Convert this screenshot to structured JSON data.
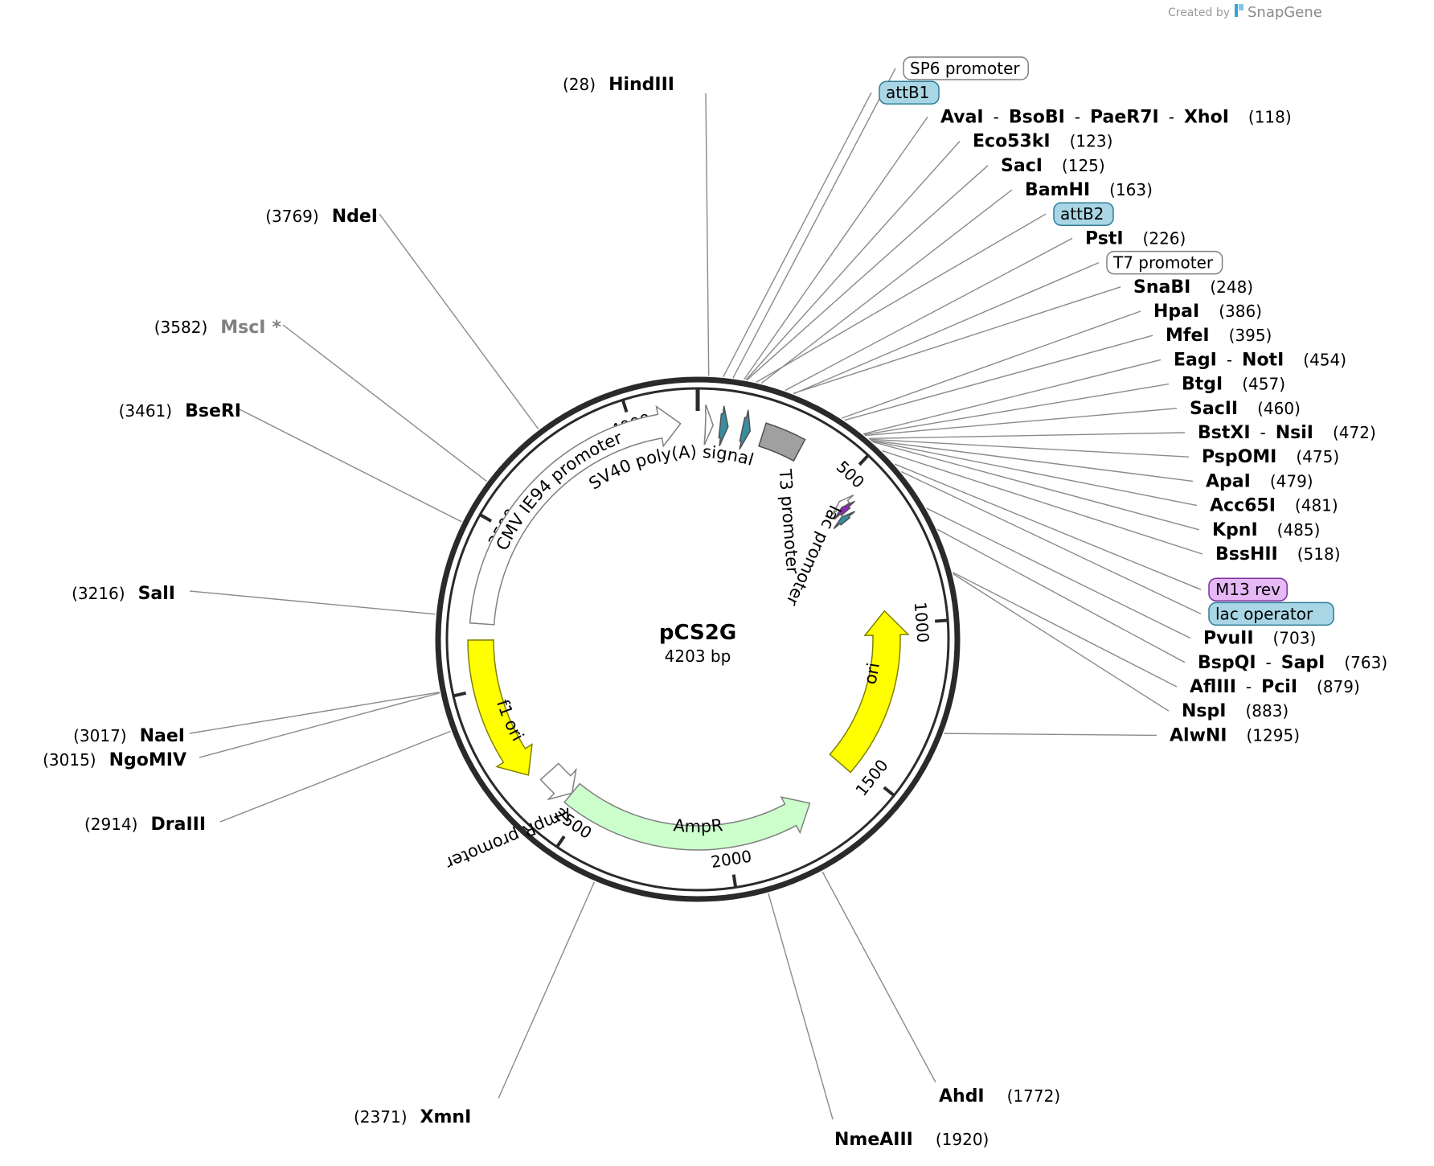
{
  "credit": {
    "prefix": "Created by",
    "brand": "SnapGene"
  },
  "plasmid": {
    "name": "pCS2G",
    "size_label": "4203 bp",
    "length": 4203
  },
  "ruler": {
    "ticks": [
      500,
      1000,
      1500,
      2000,
      2500,
      3000,
      3500,
      4000
    ],
    "labels": [
      "500",
      "1000",
      "1500",
      "2000",
      "2500",
      "3000",
      "3500",
      "4000"
    ]
  },
  "features": [
    {
      "name": "CMV IE94 promoter",
      "start": 3200,
      "end": 4150,
      "direction": "forward",
      "color": "#ffffff",
      "stroke": "#808080",
      "kind": "arrow"
    },
    {
      "name": "SV40 poly(A) signal",
      "start": 24,
      "end": 48,
      "direction": "forward",
      "color": "#ffffff",
      "stroke": "#808080",
      "kind": "small"
    },
    {
      "name": "attB1",
      "start": 70,
      "end": 95,
      "direction": "forward",
      "color": "#3a8ca0",
      "kind": "small"
    },
    {
      "name": "attB2",
      "start": 140,
      "end": 165,
      "direction": "forward",
      "color": "#3a8ca0",
      "kind": "small"
    },
    {
      "name": "T3 promoter",
      "start": 205,
      "end": 330,
      "direction": "forward",
      "color": "#a0a0a0",
      "kind": "box"
    },
    {
      "name": "lac promoter",
      "start": 535,
      "end": 560,
      "direction": "reverse",
      "color": "#ffffff",
      "stroke": "#808080",
      "kind": "small"
    },
    {
      "name": "M13 rev",
      "start": 555,
      "end": 575,
      "direction": "reverse",
      "color": "#8b2ab8",
      "kind": "small"
    },
    {
      "name": "lac operator",
      "start": 580,
      "end": 600,
      "direction": "reverse",
      "color": "#3a8ca0",
      "kind": "small"
    },
    {
      "name": "ori",
      "start": 950,
      "end": 1530,
      "direction": "reverse",
      "color": "#ffff00",
      "stroke": "#808000",
      "kind": "arrow"
    },
    {
      "name": "AmpR",
      "start": 1700,
      "end": 2560,
      "direction": "reverse",
      "color": "#ccffcc",
      "stroke": "#808080",
      "kind": "arrow"
    },
    {
      "name": "AmpR promoter",
      "start": 2560,
      "end": 2665,
      "direction": "reverse",
      "color": "#ffffff",
      "stroke": "#808080",
      "kind": "arrow"
    },
    {
      "name": "f1 ori",
      "start": 2700,
      "end": 3150,
      "direction": "reverse",
      "color": "#ffff00",
      "stroke": "#808000",
      "kind": "arrow"
    }
  ],
  "right_labels": [
    {
      "parts": [
        {
          "text": "SP6 promoter",
          "box": "plain"
        }
      ]
    },
    {
      "parts": [
        {
          "text": "attB1",
          "box": "blue"
        }
      ]
    },
    {
      "parts": [
        {
          "text": "AvaI",
          "bold": true
        },
        {
          "text": "-"
        },
        {
          "text": "BsoBI",
          "bold": true
        },
        {
          "text": "-"
        },
        {
          "text": "PaeR7I",
          "bold": true
        },
        {
          "text": "-"
        },
        {
          "text": "XhoI",
          "bold": true
        }
      ],
      "pos": "(118)"
    },
    {
      "parts": [
        {
          "text": "Eco53kI",
          "bold": true
        }
      ],
      "pos": "(123)"
    },
    {
      "parts": [
        {
          "text": "SacI",
          "bold": true
        }
      ],
      "pos": "(125)"
    },
    {
      "parts": [
        {
          "text": "BamHI",
          "bold": true
        }
      ],
      "pos": "(163)"
    },
    {
      "parts": [
        {
          "text": "attB2",
          "box": "blue"
        }
      ]
    },
    {
      "parts": [
        {
          "text": "PstI",
          "bold": true
        }
      ],
      "pos": "(226)"
    },
    {
      "parts": [
        {
          "text": "T7 promoter",
          "box": "plain"
        }
      ]
    },
    {
      "parts": [
        {
          "text": "SnaBI",
          "bold": true
        }
      ],
      "pos": "(248)"
    },
    {
      "parts": [
        {
          "text": "HpaI",
          "bold": true
        }
      ],
      "pos": "(386)"
    },
    {
      "parts": [
        {
          "text": "MfeI",
          "bold": true
        }
      ],
      "pos": "(395)"
    },
    {
      "parts": [
        {
          "text": "EagI",
          "bold": true
        },
        {
          "text": "-"
        },
        {
          "text": "NotI",
          "bold": true
        }
      ],
      "pos": "(454)"
    },
    {
      "parts": [
        {
          "text": "BtgI",
          "bold": true
        }
      ],
      "pos": "(457)"
    },
    {
      "parts": [
        {
          "text": "SacII",
          "bold": true
        }
      ],
      "pos": "(460)"
    },
    {
      "parts": [
        {
          "text": "BstXI",
          "bold": true
        },
        {
          "text": "-"
        },
        {
          "text": "NsiI",
          "bold": true
        }
      ],
      "pos": "(472)"
    },
    {
      "parts": [
        {
          "text": "PspOMI",
          "bold": true
        }
      ],
      "pos": "(475)"
    },
    {
      "parts": [
        {
          "text": "ApaI",
          "bold": true
        }
      ],
      "pos": "(479)"
    },
    {
      "parts": [
        {
          "text": "Acc65I",
          "bold": true
        }
      ],
      "pos": "(481)"
    },
    {
      "parts": [
        {
          "text": "KpnI",
          "bold": true
        }
      ],
      "pos": "(485)"
    },
    {
      "parts": [
        {
          "text": "BssHII",
          "bold": true
        }
      ],
      "pos": "(518)"
    },
    {
      "parts": [
        {
          "text": "M13 rev",
          "box": "purple"
        }
      ]
    },
    {
      "parts": [
        {
          "text": "lac operator",
          "box": "blue"
        }
      ]
    },
    {
      "parts": [
        {
          "text": "PvuII",
          "bold": true
        }
      ],
      "pos": "(703)"
    },
    {
      "parts": [
        {
          "text": "BspQI",
          "bold": true
        },
        {
          "text": "-"
        },
        {
          "text": "SapI",
          "bold": true
        }
      ],
      "pos": "(763)"
    },
    {
      "parts": [
        {
          "text": "AflIII",
          "bold": true
        },
        {
          "text": "-"
        },
        {
          "text": "PciI",
          "bold": true
        }
      ],
      "pos": "(879)"
    },
    {
      "parts": [
        {
          "text": "NspI",
          "bold": true
        }
      ],
      "pos": "(883)"
    },
    {
      "parts": [
        {
          "text": "AlwNI",
          "bold": true
        }
      ],
      "pos": "(1295)"
    }
  ],
  "top_label": {
    "name": "HindIII",
    "pos": "(28)"
  },
  "left_labels": [
    {
      "name": "NdeI",
      "pos": "(3769)"
    },
    {
      "name": "MscI",
      "pos": "(3582)",
      "note": "*",
      "muted": true
    },
    {
      "name": "BseRI",
      "pos": "(3461)"
    },
    {
      "name": "SalI",
      "pos": "(3216)"
    },
    {
      "name": "NaeI",
      "pos": "(3017)"
    },
    {
      "name": "NgoMIV",
      "pos": "(3015)"
    },
    {
      "name": "DraIII",
      "pos": "(2914)"
    }
  ],
  "bottom_labels": [
    {
      "name": "XmnI",
      "pos": "(2371)"
    },
    {
      "name": "NmeAIII",
      "pos": "(1920)"
    },
    {
      "name": "AhdI",
      "pos": "(1772)"
    }
  ]
}
